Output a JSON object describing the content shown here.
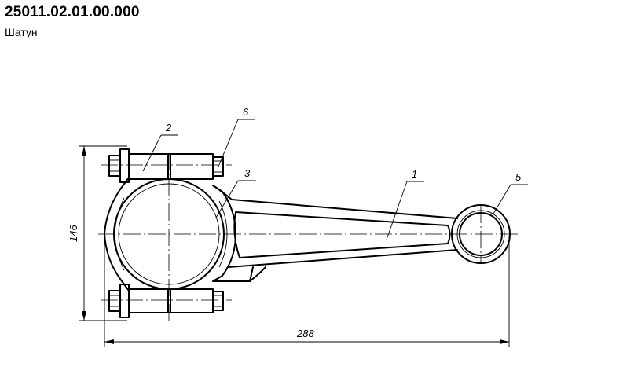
{
  "header": {
    "part_number": "25011.02.01.00.000",
    "part_name": "Шатун"
  },
  "drawing": {
    "callouts": [
      "1",
      "2",
      "3",
      "5",
      "6"
    ],
    "dimensions": {
      "height": "146",
      "length": "288"
    }
  }
}
